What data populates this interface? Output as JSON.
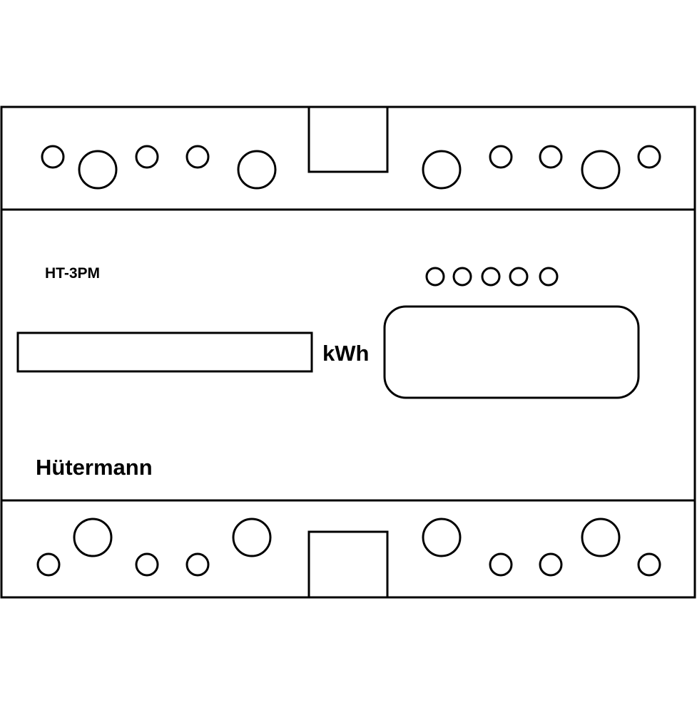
{
  "device": {
    "model": "HT-3PM",
    "unit": "kWh",
    "brand": "Hütermann"
  },
  "colors": {
    "stroke": "#000000",
    "background": "#ffffff"
  },
  "components": {
    "top_terminal_holes": 10,
    "bottom_terminal_holes": 10,
    "indicator_leds": 5
  }
}
